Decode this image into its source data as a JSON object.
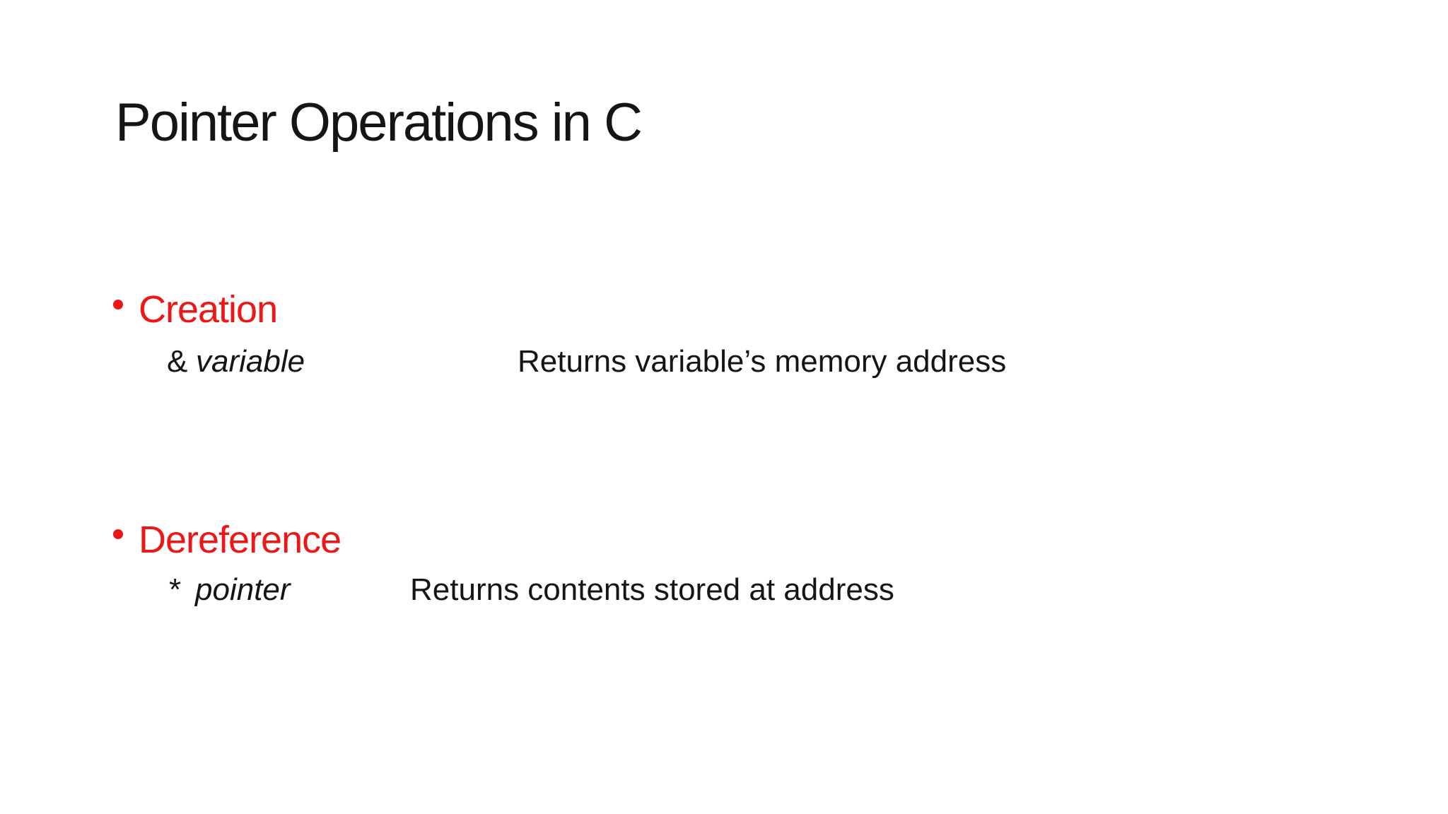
{
  "slide": {
    "title": "Pointer Operations in C",
    "sections": [
      {
        "heading": "Creation",
        "operator": "&",
        "operand": "variable",
        "description": "Returns variable’s memory address"
      },
      {
        "heading": "Dereference",
        "operator": "*",
        "operand": "pointer",
        "description": "Returns contents stored at address"
      }
    ]
  },
  "icons": {
    "bullet": "filled-circle"
  },
  "colors": {
    "background": "#FFFFFF",
    "text_dark": "#151515",
    "heading_red": "#EE1717"
  }
}
